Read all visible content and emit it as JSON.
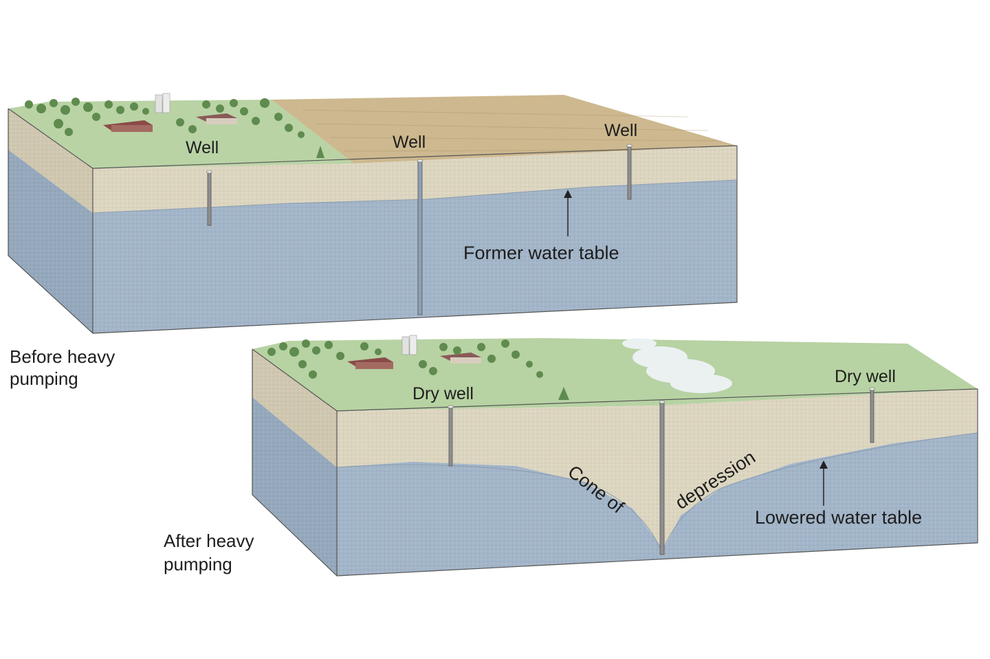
{
  "before": {
    "caption_line1": "Before heavy",
    "caption_line2": "pumping",
    "well_left": "Well",
    "well_center": "Well",
    "well_right": "Well",
    "water_table_label": "Former water table"
  },
  "after": {
    "caption_line1": "After heavy",
    "caption_line2": "pumping",
    "dry_well_left": "Dry well",
    "dry_well_right": "Dry well",
    "cone_word1": "Cone of",
    "cone_word2": "depression",
    "water_table_label": "Lowered water table"
  },
  "colors": {
    "groundwater": "#9fb2c6",
    "soil": "#d9d2bd",
    "grass": "#b9d3a5",
    "dry_field": "#cbb690",
    "outline": "#3a3a3a"
  }
}
